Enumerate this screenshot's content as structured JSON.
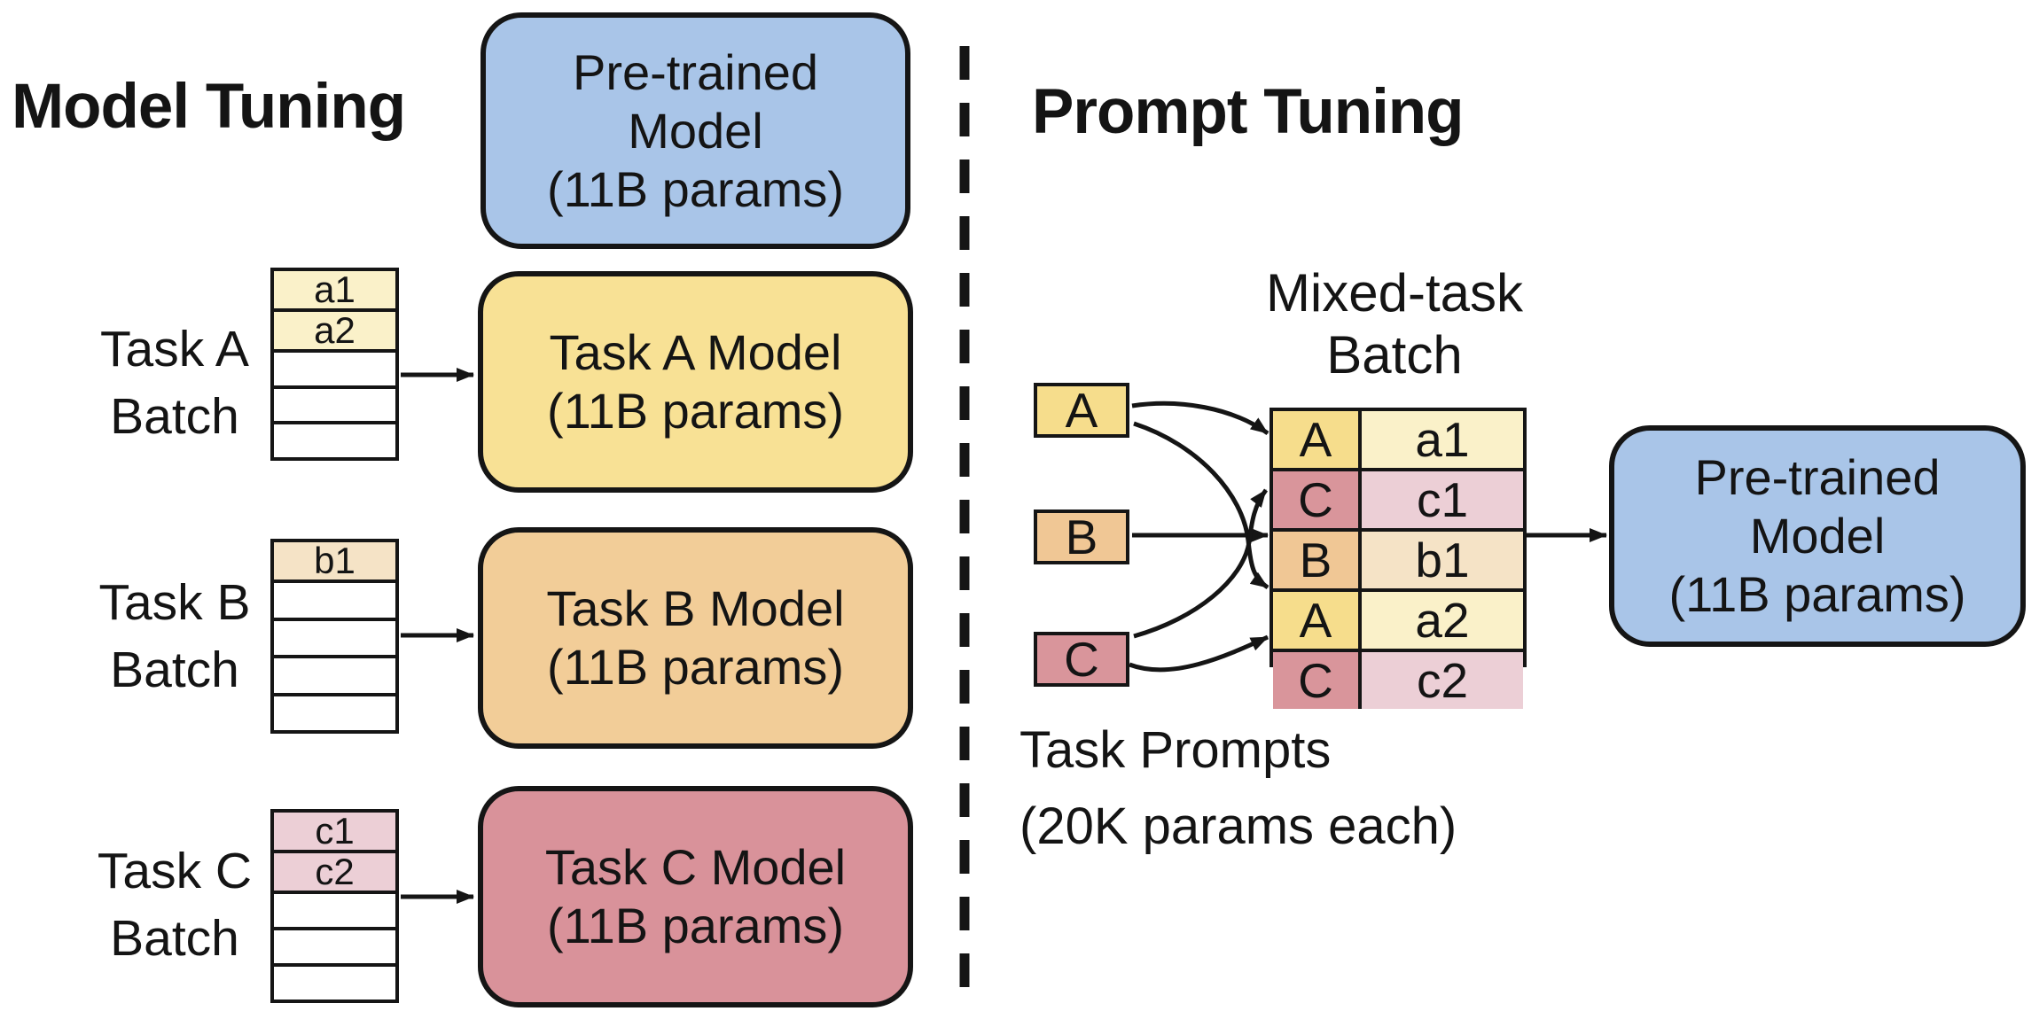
{
  "titles": {
    "left": "Model Tuning",
    "right": "Prompt Tuning"
  },
  "palette": {
    "blue": "#a9c5e8",
    "yellow": "#f6dd8c",
    "yellow_light": "#faf1c9",
    "tan": "#f0c795",
    "tan_light": "#f5e3c6",
    "rose": "#d9959b",
    "rose_light": "#eccfd6",
    "model_yellow": "#f8e195",
    "model_tan": "#f2cd98",
    "model_rose": "#d9929a",
    "white": "#ffffff",
    "ink": "#151515"
  },
  "left_panel": {
    "pretrained_box": {
      "line1": "Pre-trained",
      "line2": "Model",
      "line3": "(11B params)"
    },
    "tasks": [
      {
        "name": "A",
        "label_line1": "Task A",
        "label_line2": "Batch",
        "batch_rows": [
          "a1",
          "a2",
          "",
          "",
          ""
        ],
        "model_line1": "Task A Model",
        "model_line2": "(11B params)"
      },
      {
        "name": "B",
        "label_line1": "Task B",
        "label_line2": "Batch",
        "batch_rows": [
          "b1",
          "",
          "",
          "",
          ""
        ],
        "model_line1": "Task B Model",
        "model_line2": "(11B params)"
      },
      {
        "name": "C",
        "label_line1": "Task C",
        "label_line2": "Batch",
        "batch_rows": [
          "c1",
          "c2",
          "",
          "",
          ""
        ],
        "model_line1": "Task C Model",
        "model_line2": "(11B params)"
      }
    ]
  },
  "right_panel": {
    "mixed_batch_label": {
      "line1": "Mixed-task",
      "line2": "Batch"
    },
    "prompts": [
      {
        "label": "A"
      },
      {
        "label": "B"
      },
      {
        "label": "C"
      }
    ],
    "mixed_table_rows": [
      {
        "prompt": "A",
        "example": "a1"
      },
      {
        "prompt": "C",
        "example": "c1"
      },
      {
        "prompt": "B",
        "example": "b1"
      },
      {
        "prompt": "A",
        "example": "a2"
      },
      {
        "prompt": "C",
        "example": "c2"
      }
    ],
    "pretrained_box": {
      "line1": "Pre-trained",
      "line2": "Model",
      "line3": "(11B params)"
    },
    "task_prompts_label": {
      "line1": "Task Prompts",
      "line2": "(20K params each)"
    }
  }
}
